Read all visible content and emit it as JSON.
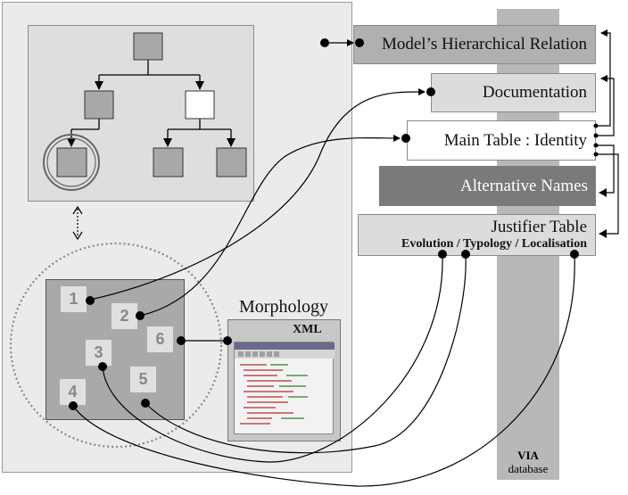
{
  "boxes": {
    "model": "Model’s Hierarchical Relation",
    "documentation": "Documentation",
    "main_table": "Main Table : Identity",
    "alternative_names": "Alternative Names",
    "justifier_title": "Justifier Table",
    "justifier_sub": "Evolution / Typology / Localisation"
  },
  "via": {
    "name": "VIA",
    "sub": "database"
  },
  "morphology": {
    "label": "Morphology",
    "xml": "XML"
  },
  "tiles": [
    "1",
    "2",
    "3",
    "4",
    "5",
    "6"
  ]
}
